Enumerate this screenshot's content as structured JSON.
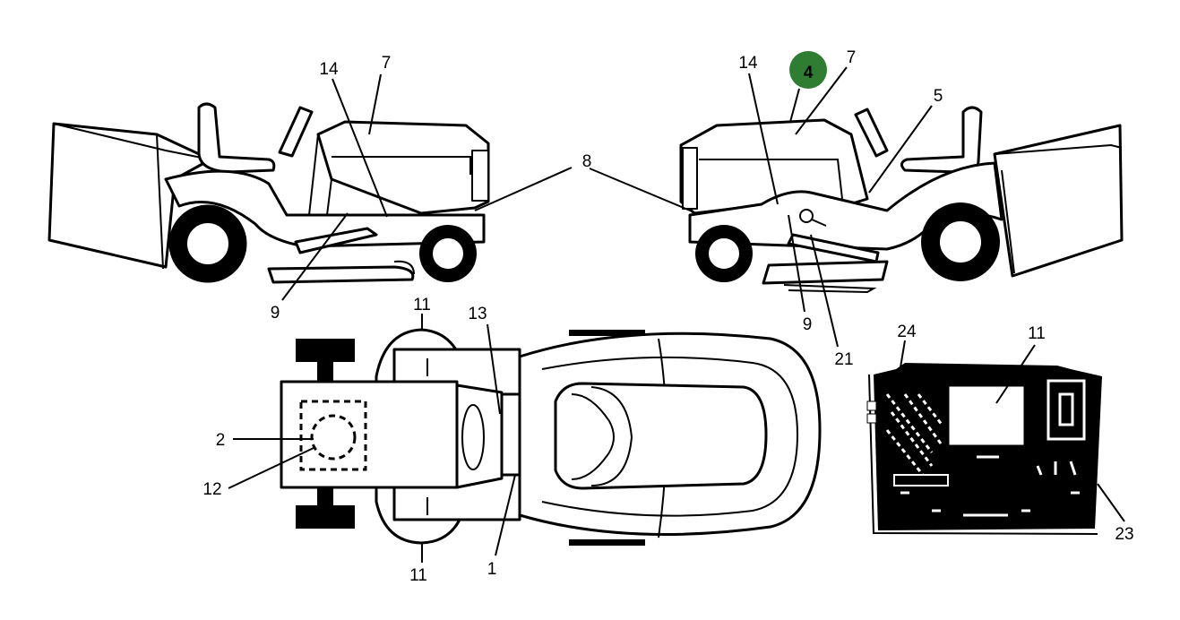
{
  "callouts": {
    "left_view": {
      "c14": "14",
      "c7": "7",
      "c9": "9"
    },
    "shared": {
      "c8": "8"
    },
    "right_view": {
      "c14": "14",
      "c7": "7",
      "c5": "5",
      "c9": "9",
      "c21": "21",
      "badge": "4"
    },
    "top_view": {
      "c11_top": "11",
      "c13": "13",
      "c2": "2",
      "c12": "12",
      "c11_bottom": "11",
      "c1": "1"
    },
    "panel": {
      "c24": "24",
      "c11": "11",
      "c23": "23"
    }
  },
  "colors": {
    "badge_fill": "#2e7d32",
    "badge_text": "#ffffff",
    "line": "#000000"
  }
}
